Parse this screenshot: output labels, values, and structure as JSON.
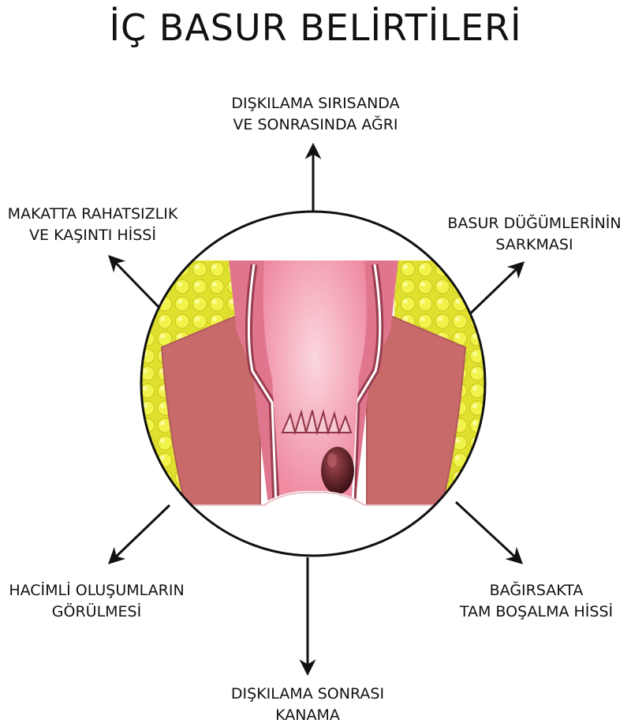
{
  "title": "İÇ BASUR BELİRTİLERİ",
  "symptoms": {
    "top": {
      "line1": "DIŞKILAMA SIRISANDA",
      "line2": "VE SONRASINDA AĞRI"
    },
    "top_left": {
      "line1": "MAKATTA RAHATSIZLIK",
      "line2": "VE KAŞINTI HİSSİ"
    },
    "top_right": {
      "line1": "BASUR DÜĞÜMLERİNİN",
      "line2": "SARKMASI"
    },
    "bottom_left": {
      "line1": "HACİMLİ OLUŞUMLARIN",
      "line2": "GÖRÜLMESİ"
    },
    "bottom_right": {
      "line1": "BAĞIRSAKTA",
      "line2": "TAM BOŞALMA HİSSİ"
    },
    "bottom": {
      "line1": "DIŞKILAMA SONRASI",
      "line2": "KANAMA"
    }
  },
  "colors": {
    "tissue_pink": "#e8738f",
    "lumen_pink": "#f4a3b3",
    "muscle": "#c96a6a",
    "fat": "#e9ea3a",
    "hemorrhoid": "#5a1f24",
    "arrow": "#111111"
  }
}
